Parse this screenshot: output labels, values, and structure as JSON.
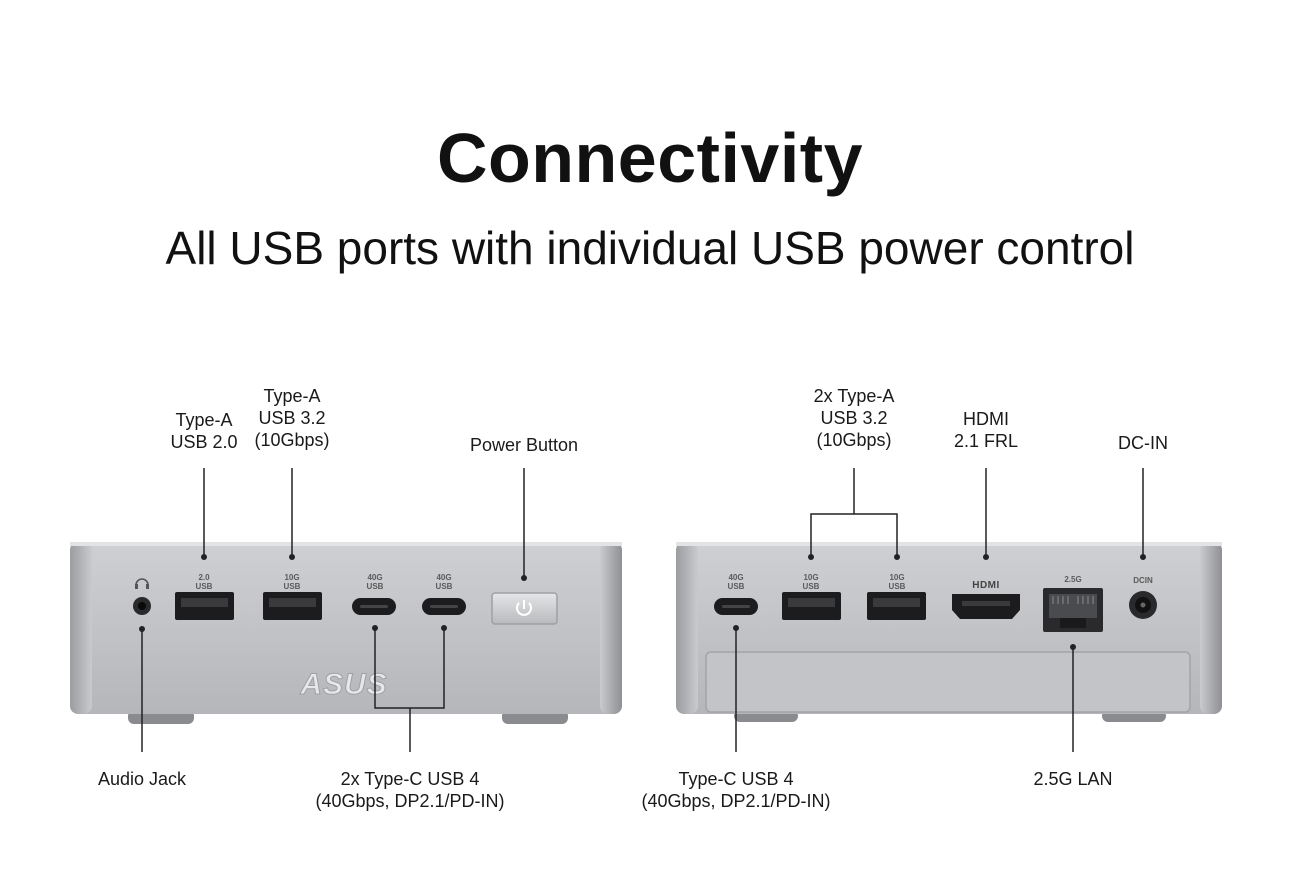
{
  "header": {
    "title": "Connectivity",
    "subtitle": "All USB ports with individual USB power control"
  },
  "front_panel": {
    "brand_logo": "ASUS",
    "port_marks": {
      "usb2": [
        "2.0",
        "USB"
      ],
      "usb10g": [
        "10G",
        "USB"
      ],
      "usb40g_1": [
        "40G",
        "USB"
      ],
      "usb40g_2": [
        "40G",
        "USB"
      ]
    },
    "labels": {
      "type_a_usb2": [
        "Type-A",
        "USB 2.0"
      ],
      "type_a_usb32": [
        "Type-A",
        "USB 3.2",
        "(10Gbps)"
      ],
      "power_button": [
        "Power Button"
      ],
      "audio_jack": [
        "Audio Jack"
      ],
      "type_c_usb4": [
        "2x Type-C USB 4",
        "(40Gbps, DP2.1/PD-IN)"
      ]
    }
  },
  "rear_panel": {
    "port_marks": {
      "usb40g": [
        "40G",
        "USB"
      ],
      "usb10g_1": [
        "10G",
        "USB"
      ],
      "usb10g_2": [
        "10G",
        "USB"
      ],
      "hdmi": "HDMI",
      "lan": "2.5G",
      "dcin": "DCIN"
    },
    "labels": {
      "type_a_usb32": [
        "2x Type-A",
        "USB 3.2",
        "(10Gbps)"
      ],
      "hdmi": [
        "HDMI",
        "2.1 FRL"
      ],
      "dc_in": [
        "DC-IN"
      ],
      "type_c_usb4": [
        "Type-C USB 4",
        "(40Gbps, DP2.1/PD-IN)"
      ],
      "lan": [
        "2.5G LAN"
      ]
    }
  },
  "colors": {
    "chassis_light": "#d6d7d9",
    "chassis_dark": "#a9aaad",
    "port_dark": "#1c1c1e",
    "line": "#222222"
  }
}
